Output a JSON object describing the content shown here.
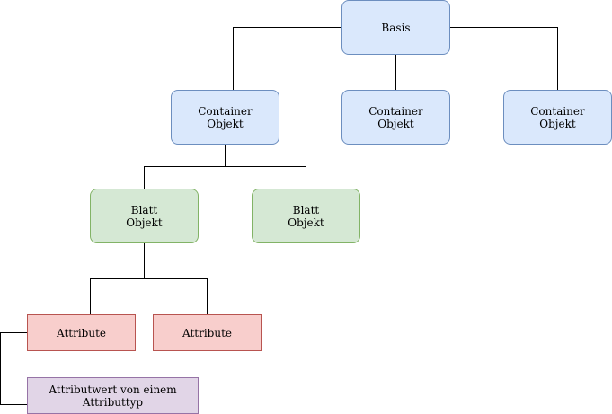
{
  "nodes": {
    "basis": "Basis",
    "container_1": "Container\nObjekt",
    "container_2": "Container\nObjekt",
    "container_3": "Container\nObjekt",
    "blatt_1": "Blatt\nObjekt",
    "blatt_2": "Blatt\nObjekt",
    "attribute_1": "Attribute",
    "attribute_2": "Attribute",
    "attributwert": "Attributwert von einem\nAttributtyp"
  },
  "colors": {
    "container_fill": "#dae8fc",
    "container_stroke": "#6c8ebf",
    "leaf_fill": "#d5e8d4",
    "leaf_stroke": "#82b366",
    "attribute_fill": "#f8cecc",
    "attribute_stroke": "#b85450",
    "value_fill": "#e1d5e7",
    "value_stroke": "#9673a6",
    "connector": "#000000"
  }
}
